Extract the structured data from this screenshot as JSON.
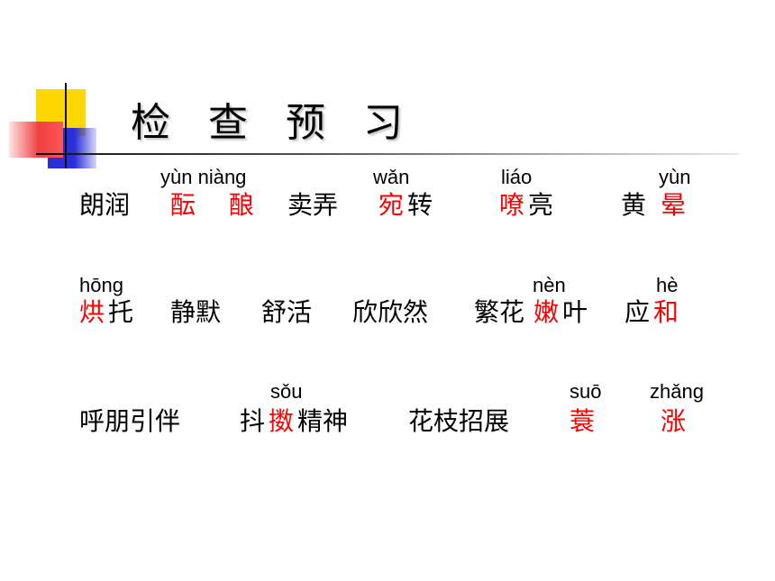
{
  "title": "检 查 预 习",
  "row1": {
    "langrun": "朗润",
    "yun_char": "酝",
    "niang_char": "酿",
    "maineng": "卖弄",
    "wan_char": "宛",
    "zhuan": "转",
    "liao_char": "嘹",
    "liang": "亮",
    "huang": "黄",
    "yun2_char": "晕",
    "pinyin_yun_niang": "yùn niàng",
    "pinyin_wan": "wǎn",
    "pinyin_liao": "liáo",
    "pinyin_yun2": "yùn"
  },
  "row2": {
    "hong_char": "烘",
    "tuo": "托",
    "jingmo": "静默",
    "shuhuo": "舒活",
    "xinxinran": "欣欣然",
    "fanhua": "繁花",
    "nen_char": "嫩",
    "ye": "叶",
    "ying": "应",
    "he_char": "和",
    "pinyin_hong": "hōng",
    "pinyin_nen": "nèn",
    "pinyin_he": "hè"
  },
  "row3": {
    "hupengyinban": "呼朋引伴",
    "dou": "抖",
    "sou_char": "擞",
    "jingshen": "精神",
    "huazhizhaozhan": "花枝招展",
    "suo_char": "蓑",
    "zhang_char": "涨",
    "pinyin_sou": "sǒu",
    "pinyin_suo": "suō",
    "pinyin_zhang": "zhǎng"
  },
  "colors": {
    "highlight": "#ff0000",
    "text": "#000000",
    "deco_yellow": "#ffd700",
    "deco_blue": "#2a2fd8",
    "deco_red": "#f04040"
  }
}
